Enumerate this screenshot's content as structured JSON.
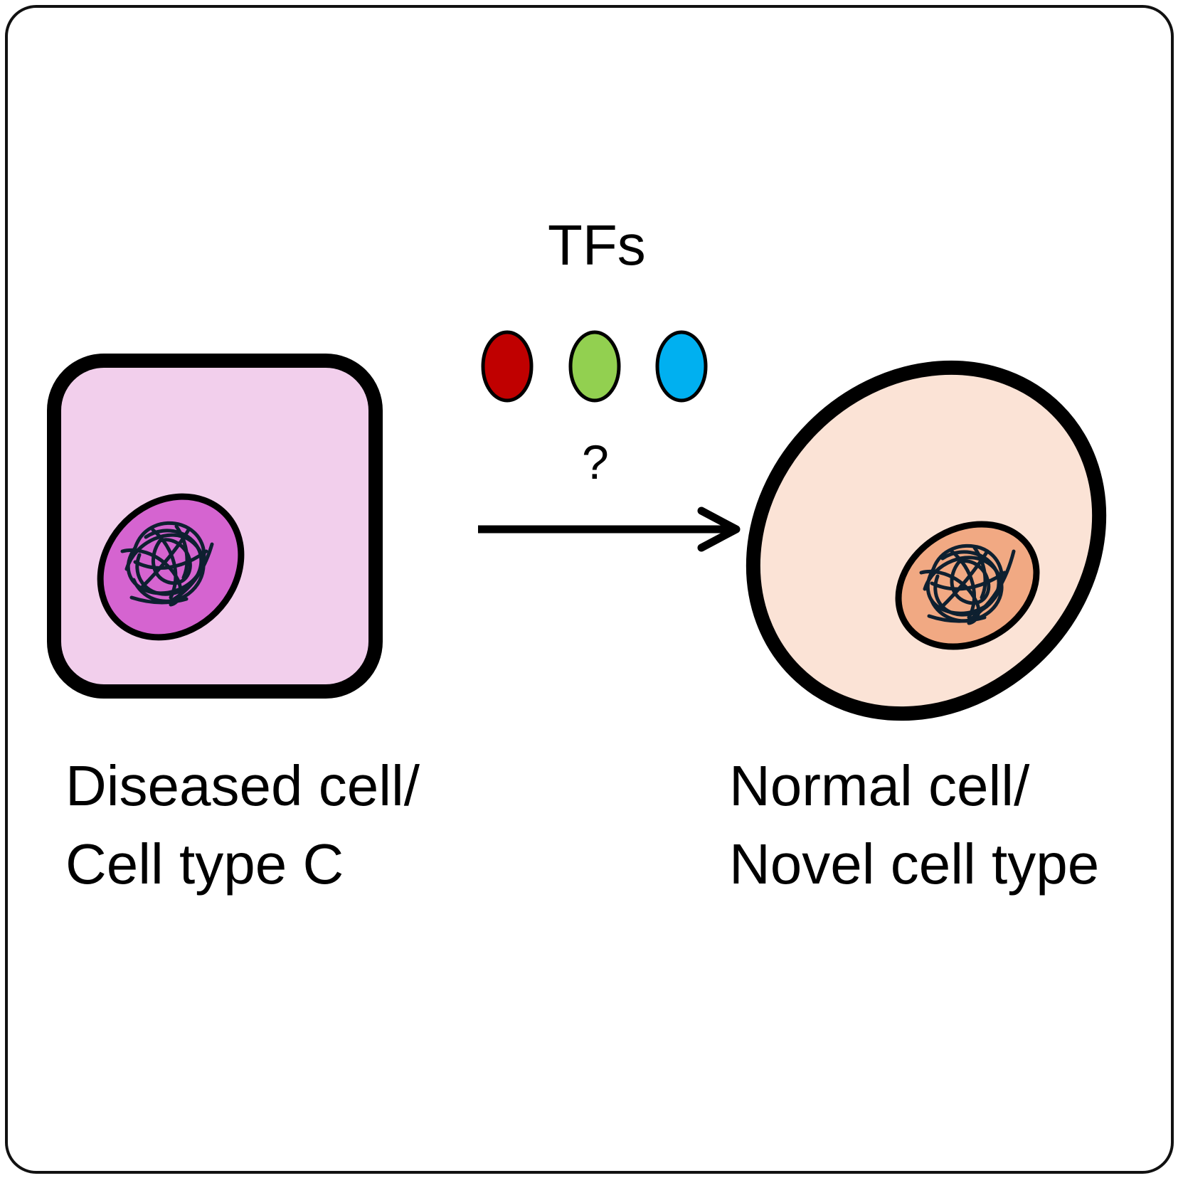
{
  "transition": {
    "factors_label": "TFs",
    "unknown_label": "?",
    "factors": [
      {
        "color": "#c00000"
      },
      {
        "color": "#92d050"
      },
      {
        "color": "#00b0f0"
      }
    ]
  },
  "source_cell": {
    "line1": "Diseased cell/",
    "line2": "Cell type C",
    "shape": "rounded-square",
    "cytoplasm_color": "#f2cfec",
    "nucleus_color": "#d564d0"
  },
  "target_cell": {
    "line1": "Normal cell/",
    "line2": "Novel cell type",
    "shape": "ellipse",
    "cytoplasm_color": "#fbe3d6",
    "nucleus_color": "#f1a983"
  },
  "colors": {
    "outline": "#000000",
    "chromatin": "#0e2030"
  }
}
